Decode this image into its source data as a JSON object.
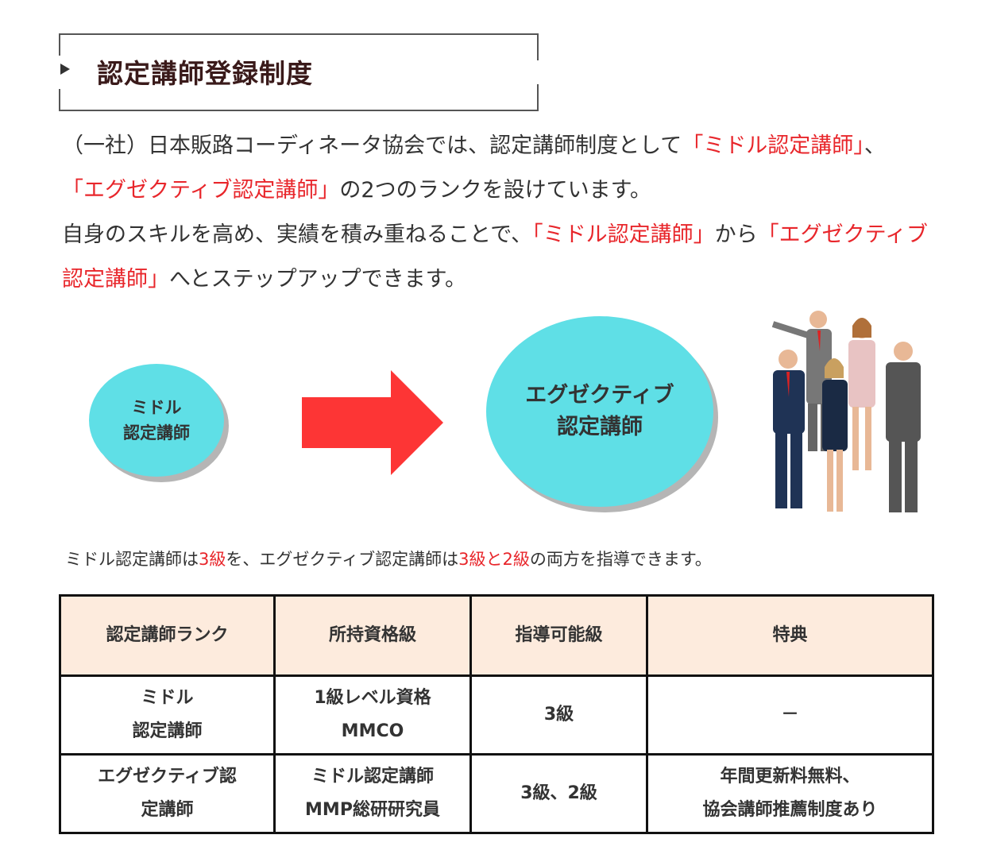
{
  "heading": "認定講師登録制度",
  "paragraph": {
    "l1a": "（一社）日本販路コーディネータ協会では、認定講師制度として",
    "l1b": "「ミドル認定講師」",
    "l1c": "、",
    "l2a": "「エグゼクティブ認定講師」",
    "l2b": "の2つのランクを設けています。",
    "l3a": "自身のスキルを高め、実績を積み重ねることで、",
    "l3b": "「ミドル認定講師」",
    "l3c": "から",
    "l3d": "「エグゼクティブ認定講師」",
    "l3e": "へとステップアップできます。"
  },
  "diagram": {
    "middle_l1": "ミドル",
    "middle_l2": "認定講師",
    "exec_l1": "エグゼクティブ",
    "exec_l2": "認定講師"
  },
  "note": {
    "a": "ミドル認定講師は",
    "b": "3級",
    "c": "を、エグゼクティブ認定講師は",
    "d": "3級と2級",
    "e": "の両方を指導できます。"
  },
  "table": {
    "headers": [
      "認定講師ランク",
      "所持資格級",
      "指導可能級",
      "特典"
    ],
    "rows": [
      [
        "ミドル",
        "認定講師",
        "1級レベル資格",
        "MMCO",
        "3級",
        "－"
      ],
      [
        "エグゼクティブ認",
        "定講師",
        "ミドル認定講師",
        "MMP総研研究員",
        "3級、2級",
        "年間更新料無料、",
        "協会講師推薦制度あり"
      ]
    ]
  },
  "colors": {
    "accent": "#e8262b",
    "circle": "#5fdfe6",
    "header_bg": "#fdebdd"
  }
}
